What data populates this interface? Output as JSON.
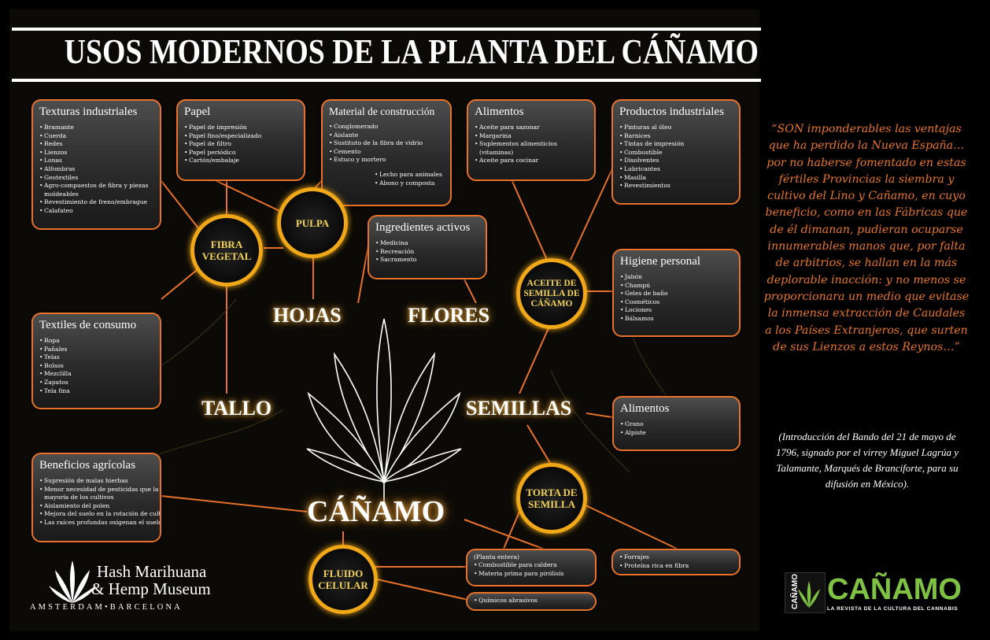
{
  "title": "USOS MODERNOS DE LA PLANTA DEL CÁÑAMO",
  "center_label": "CÁÑAMO",
  "parts": {
    "hojas": "HOJAS",
    "flores": "FLORES",
    "tallo": "TALLO",
    "semillas": "SEMILLAS"
  },
  "circles": {
    "fibra": "FIBRA VEGETAL",
    "pulpa": "PULPA",
    "aceite": "ACEITE DE SEMILLA DE CÁÑAMO",
    "torta": "TORTA DE SEMILLA",
    "fluido": "FLUIDO CELULAR"
  },
  "boxes": {
    "texturas": {
      "title": "Texturas industriales",
      "items": [
        "Bramante",
        "Cuerda",
        "Redes",
        "Lienzos",
        "Lonas",
        "Alfombras",
        "Geotextiles",
        "Agro-compuestos de fibra y piezas",
        "moldeables",
        "Revestimiento de freno/embrague",
        "Calafateo"
      ]
    },
    "papel": {
      "title": "Papel",
      "items": [
        "Papel de impresión",
        "Papel fino/especializado",
        "Papel de filtro",
        "Papel periódico",
        "Cartón/embalaje"
      ]
    },
    "construccion": {
      "title": "Material de construcción",
      "items": [
        "Conglomerado",
        "Aislante",
        "Sustituto de la fibra de vidrio",
        "Cemento",
        "Estuco y mortero",
        "Lecho para animales",
        "Abono y composta"
      ]
    },
    "alimentos1": {
      "title": "Alimentos",
      "items": [
        "Aceite para sazonar",
        "Margarina",
        "Suplementos alimenticios",
        "(vitaminas)",
        "Aceite para cocinar"
      ]
    },
    "productos": {
      "title": "Productos industriales",
      "items": [
        "Pinturas al óleo",
        "Barnices",
        "Tintas de impresión",
        "Combustible",
        "Disolventes",
        "Lubricantes",
        "Masilla",
        "Revestimientos"
      ]
    },
    "ingredientes": {
      "title": "Ingredientes activos",
      "items": [
        "Medicina",
        "Recreación",
        "Sacramento"
      ]
    },
    "higiene": {
      "title": "Higiene personal",
      "items": [
        "Jabón",
        "Champú",
        "Geles de baño",
        "Cosméticos",
        "Lociones",
        "Bálsamos"
      ]
    },
    "textiles": {
      "title": "Textiles de consumo",
      "items": [
        "Ropa",
        "Pañales",
        "Telas",
        "Bolsos",
        "Mezclilla",
        "Zapatos",
        "Tela fina"
      ]
    },
    "alimentos2": {
      "title": "Alimentos",
      "items": [
        "Grano",
        "Alpiste"
      ]
    },
    "beneficios": {
      "title": "Beneficios agrícolas",
      "items": [
        "Supresión de malas hierbas",
        "Menor necesidad de pesticidas que la",
        "mayoría de los cultivos",
        "Aislamiento del polen",
        "Mejora del suelo en la rotación de cultivos",
        "Las raíces profundas oxigenan el suelo"
      ]
    },
    "planta": {
      "title": "(Planta entera)",
      "items": [
        "Combustible para caldera",
        "Materia prima para pirólisis"
      ]
    },
    "forrajes": {
      "items": [
        "Forrajes",
        "Proteína rica en fibra"
      ]
    },
    "quimicos": {
      "items": [
        "Químicos abrasivos"
      ]
    }
  },
  "quote": "“SON imponderables las ventajas que ha perdido la Nueva España… por no haberse fomentado en estas fértiles Provincias la siembra y cultivo del Lino y Cañamo, en cuyo beneficio, como en las Fábricas que de él dimanan, pudieran ocuparse innumerables manos que, por falta de arbitrios, se hallan en la más deplorable inacción: y no menos se proporcionara un medio que evitase la inmensa extracción de Caudales a los Países Extranjeros, que surten de sus Lienzos a estos Reynos…”",
  "source": "(Introducción del Bando del 21 de mayo de 1796, signado por el virrey Miguel Lagrúa y Talamante, Marqués de Branciforte, para su difusión en México).",
  "museum": {
    "line1": "Hash Marihuana",
    "line2": "& Hemp Museum",
    "line3": "AMSTERDAM•BARCELONA"
  },
  "magazine": {
    "mark": "CAÑAMO",
    "name": "CAÑAMO",
    "tagline": "LA REVISTA DE LA CULTURA DEL CANNABIS"
  },
  "colors": {
    "accent_orange": "#e8722a",
    "circle_gold": "#f0a818",
    "logo_green": "#7fc243"
  }
}
